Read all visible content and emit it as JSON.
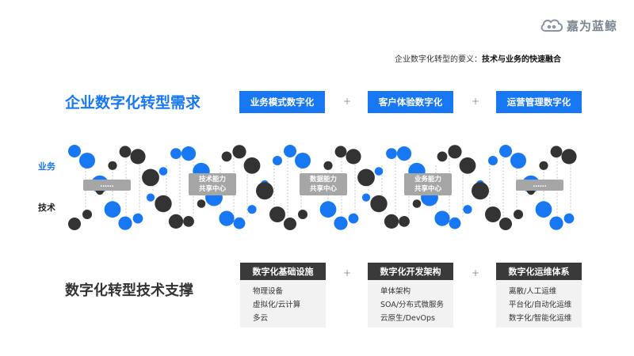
{
  "brand": {
    "name": "嘉为蓝鲸"
  },
  "subtitle": {
    "prefix": "企业数字化转型的要义：",
    "emphasis": "技术与业务的快速融合"
  },
  "demand": {
    "title": "企业数字化转型需求",
    "boxes": [
      "业务模式数字化",
      "客户体验数字化",
      "运营管理数字化"
    ],
    "plus": "+"
  },
  "helix": {
    "labels": {
      "business": "业务",
      "tech": "技术"
    },
    "ellipsis": "……",
    "hubs": [
      {
        "line1": "技术能力",
        "line2": "共享中心"
      },
      {
        "line1": "数据能力",
        "line2": "共享中心"
      },
      {
        "line1": "业务能力",
        "line2": "共享中心"
      }
    ],
    "colors": {
      "blue": "#1877f2",
      "dark": "#333333",
      "hub": "#a6a6a6"
    }
  },
  "support": {
    "title": "数字化转型技术支撑",
    "cards": [
      {
        "title": "数字化基础设施",
        "items": [
          "物理设备",
          "虚拟化/云计算",
          "多云"
        ]
      },
      {
        "title": "数字化开发架构",
        "items": [
          "单体架构",
          "SOA/分布式微服务",
          "云原生/DevOps"
        ]
      },
      {
        "title": "数字化运维体系",
        "items": [
          "离散/人工运维",
          "平台化/自动化运维",
          "数字化/智能化运维"
        ]
      }
    ],
    "plus": "+"
  }
}
